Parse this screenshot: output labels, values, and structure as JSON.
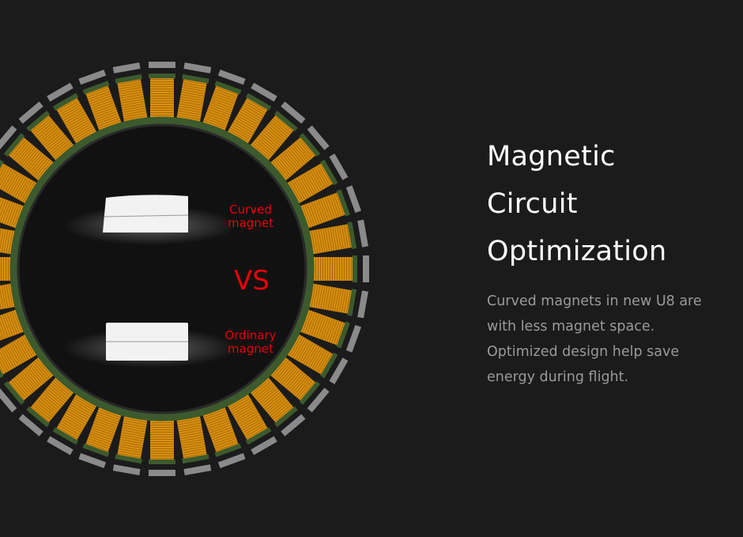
{
  "diagram": {
    "label_curved": "Curved magnet",
    "label_ordinary": "Ordinary magnet",
    "vs": "VS",
    "coil_count": 36,
    "colors": {
      "coil": "#d9900f",
      "insulator": "#3c5a2e",
      "shell": "#8a8a8a",
      "label": "#e8000b"
    }
  },
  "text": {
    "title_lines": [
      "Magnetic",
      "Circuit",
      "Optimization"
    ],
    "body_lines": [
      "Curved magnets in new U8 are",
      "with less magnet space.",
      "Optimized design help save",
      "energy during flight."
    ]
  }
}
